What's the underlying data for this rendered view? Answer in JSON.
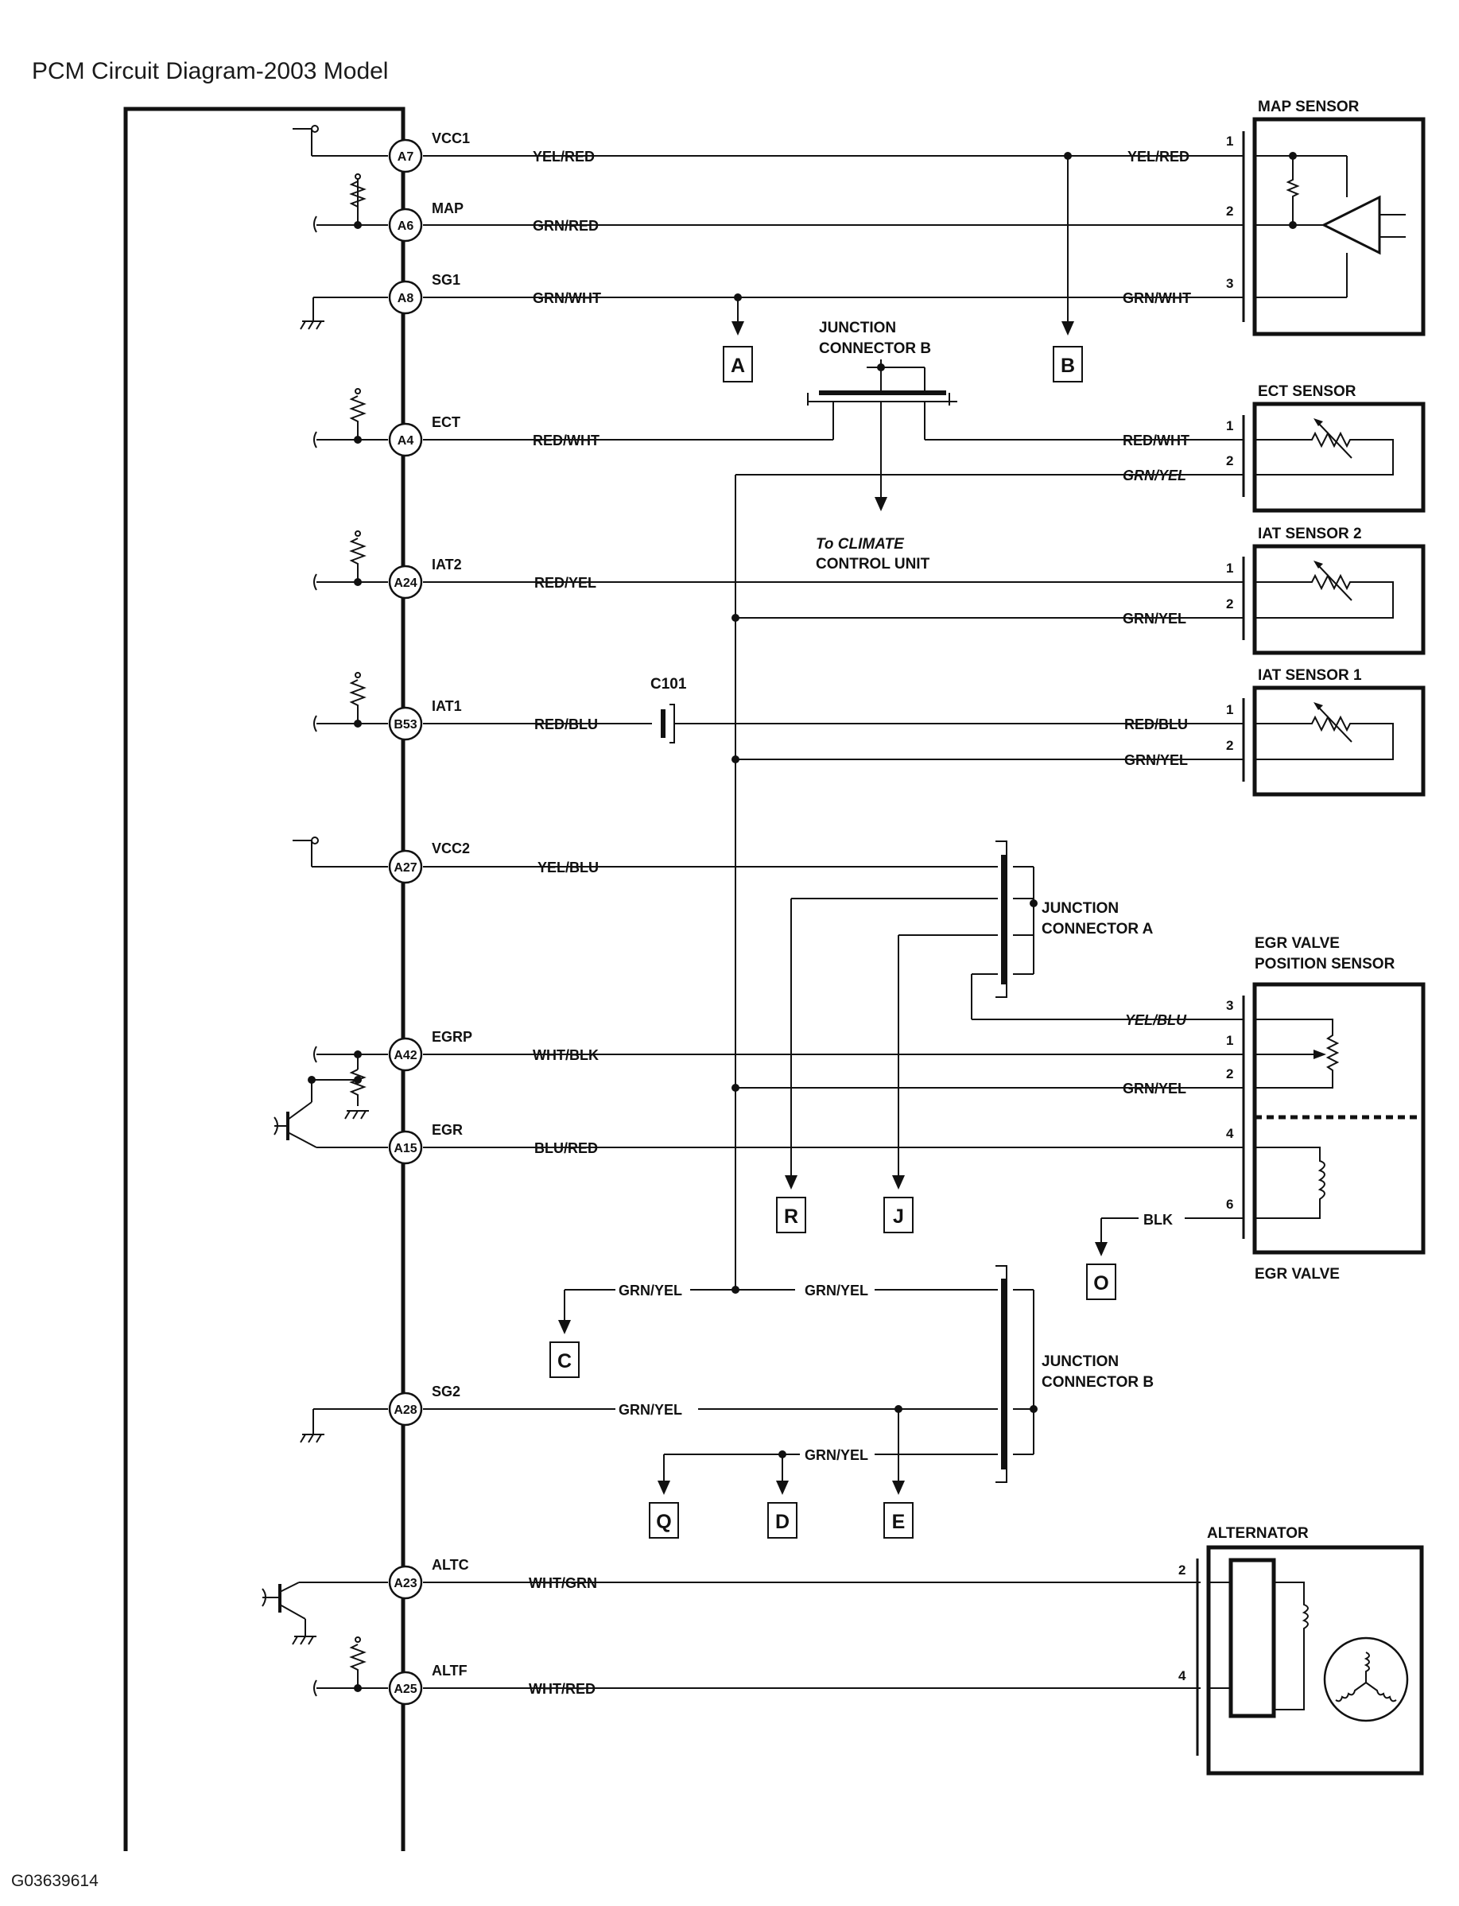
{
  "title": "PCM Circuit Diagram-2003 Model",
  "image_code": "G03639614",
  "pcm_pins": [
    {
      "pin": "A7",
      "signal": "VCC1",
      "wire": "YEL/RED"
    },
    {
      "pin": "A6",
      "signal": "MAP",
      "wire": "GRN/RED"
    },
    {
      "pin": "A8",
      "signal": "SG1",
      "wire": "GRN/WHT"
    },
    {
      "pin": "A4",
      "signal": "ECT",
      "wire": "RED/WHT"
    },
    {
      "pin": "A24",
      "signal": "IAT2",
      "wire": "RED/YEL"
    },
    {
      "pin": "B53",
      "signal": "IAT1",
      "wire": "RED/BLU"
    },
    {
      "pin": "A27",
      "signal": "VCC2",
      "wire": "YEL/BLU"
    },
    {
      "pin": "A42",
      "signal": "EGRP",
      "wire": "WHT/BLK"
    },
    {
      "pin": "A15",
      "signal": "EGR",
      "wire": "BLU/RED"
    },
    {
      "pin": "A28",
      "signal": "SG2",
      "wire": "GRN/YEL"
    },
    {
      "pin": "A23",
      "signal": "ALTC",
      "wire": "WHT/GRN"
    },
    {
      "pin": "A25",
      "signal": "ALTF",
      "wire": "WHT/RED"
    }
  ],
  "components": {
    "map_sensor": {
      "label": "MAP SENSOR",
      "pins": [
        "1",
        "2",
        "3"
      ],
      "wire_labels": [
        "YEL/RED",
        "GRN/WHT"
      ]
    },
    "ect_sensor": {
      "label": "ECT SENSOR",
      "pins": [
        "1",
        "2"
      ],
      "wire_labels": [
        "RED/WHT",
        "GRN/YEL"
      ]
    },
    "iat_sensor_2": {
      "label": "IAT SENSOR 2",
      "pins": [
        "1",
        "2"
      ],
      "wire_labels": [
        "GRN/YEL"
      ]
    },
    "iat_sensor_1": {
      "label": "IAT SENSOR 1",
      "pins": [
        "1",
        "2"
      ],
      "wire_labels": [
        "RED/BLU",
        "GRN/YEL"
      ]
    },
    "egr_valve_position_sensor": {
      "label_line1": "EGR VALVE",
      "label_line2": "POSITION SENSOR",
      "pins": [
        "3",
        "1",
        "2"
      ],
      "wire_labels": [
        "YEL/BLU",
        "GRN/YEL"
      ]
    },
    "egr_valve": {
      "label": "EGR VALVE",
      "pins": [
        "4",
        "6"
      ],
      "wire_labels": [
        "BLK"
      ]
    },
    "alternator": {
      "label": "ALTERNATOR",
      "pins": [
        "2",
        "4"
      ]
    }
  },
  "junction_connector_b_top": {
    "line1": "JUNCTION",
    "line2": "CONNECTOR B"
  },
  "junction_connector_a": {
    "line1": "JUNCTION",
    "line2": "CONNECTOR A"
  },
  "junction_connector_b_bottom": {
    "line1": "JUNCTION",
    "line2": "CONNECTOR B"
  },
  "climate": {
    "line1": "To CLIMATE",
    "line2": "CONTROL UNIT"
  },
  "c101": "C101",
  "ground_bus_labels": {
    "left_c": "GRN/YEL",
    "right_c": "GRN/YEL",
    "qd": "GRN/YEL"
  },
  "references": [
    "A",
    "B",
    "C",
    "D",
    "E",
    "J",
    "O",
    "Q",
    "R"
  ]
}
